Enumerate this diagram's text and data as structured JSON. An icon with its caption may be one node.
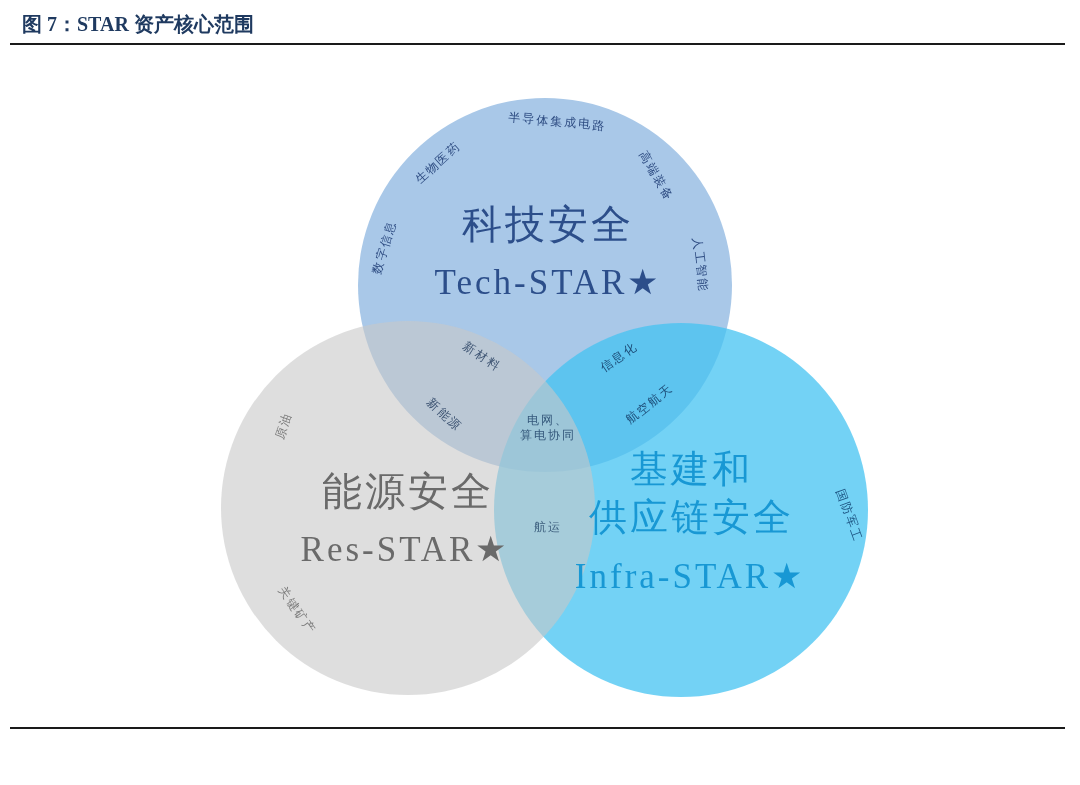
{
  "diagram": {
    "title": "图 7：STAR 资产核心范围",
    "nodes": [
      {
        "text": [
          "科技安全",
          "Tech-STAR★"
        ]
      },
      {
        "text": [
          "能源安全",
          "Res-STAR★"
        ]
      },
      {
        "text": [
          "基建和供应链安全",
          "Infra-STAR★"
        ]
      }
    ],
    "labels": [
      "半导体集成电路",
      "生物医药",
      "高端装备",
      "数字信息",
      "人工智能",
      "新材料",
      "信息化",
      "航空航天",
      "新能源",
      "电网、算电协同",
      "原油",
      "国防军工",
      "航运",
      "关键矿产"
    ]
  }
}
